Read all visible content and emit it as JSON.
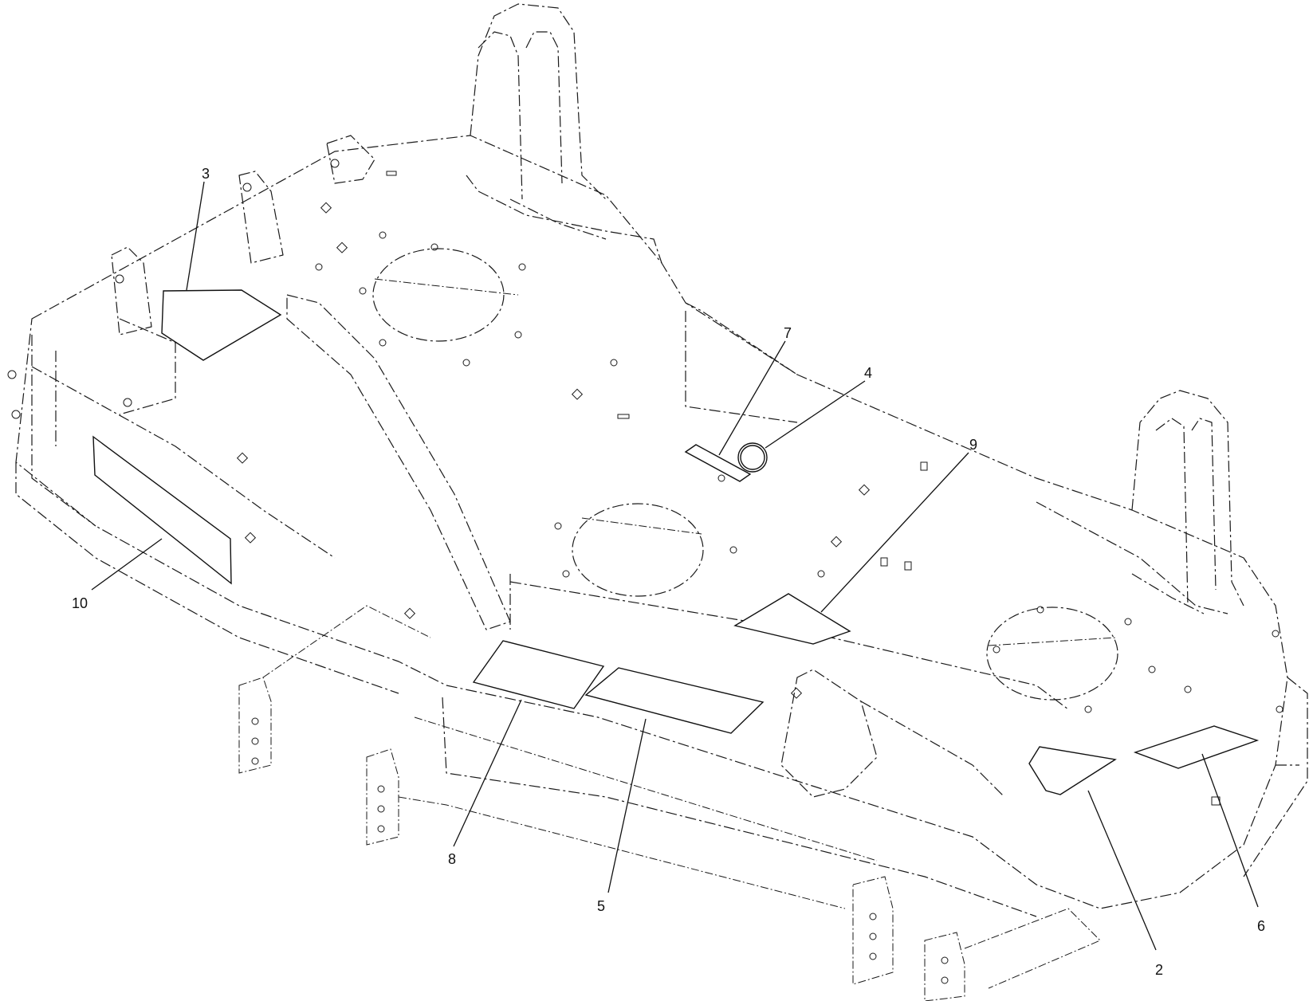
{
  "callouts": [
    {
      "id": "2",
      "label": "2"
    },
    {
      "id": "3",
      "label": "3"
    },
    {
      "id": "4",
      "label": "4"
    },
    {
      "id": "5",
      "label": "5"
    },
    {
      "id": "6",
      "label": "6"
    },
    {
      "id": "7",
      "label": "7"
    },
    {
      "id": "8",
      "label": "8"
    },
    {
      "id": "9",
      "label": "9"
    },
    {
      "id": "10",
      "label": "10"
    }
  ],
  "colors": {
    "line": "#1a1a1a",
    "background": "#ffffff"
  }
}
